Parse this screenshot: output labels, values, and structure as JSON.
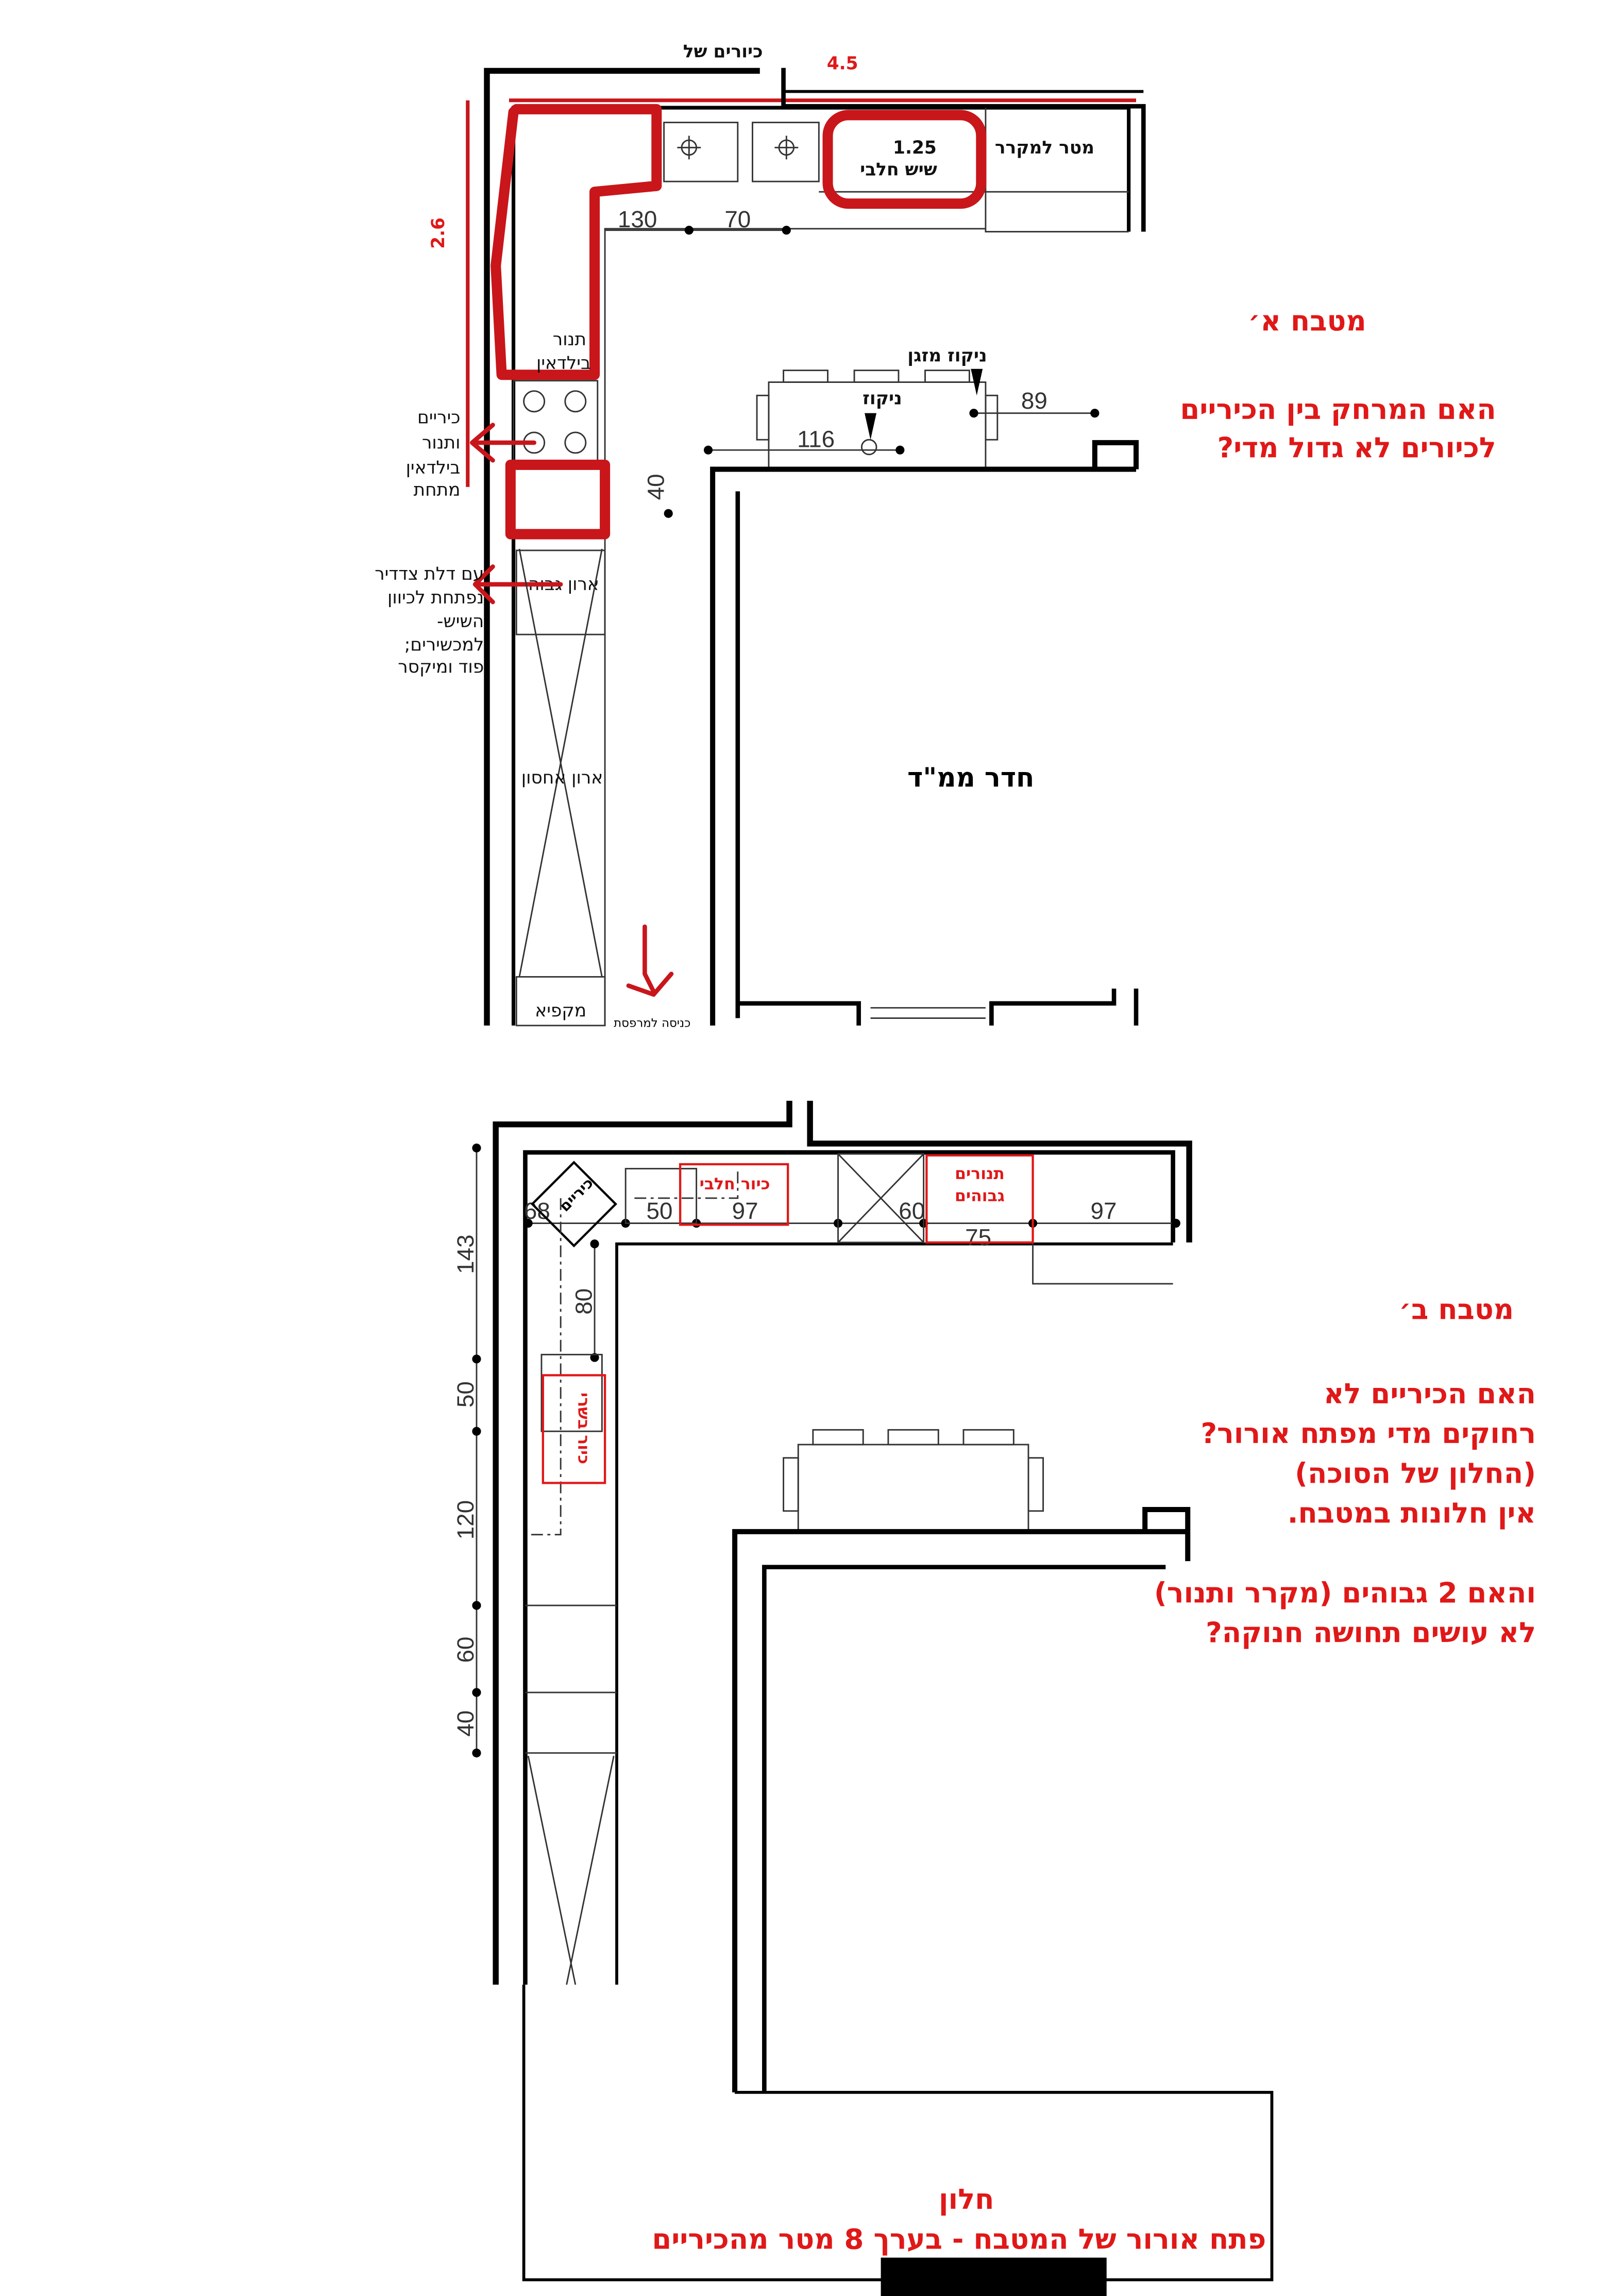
{
  "colors": {
    "annotation_red": "#e01818",
    "marker_red": "#c8161b",
    "wall": "#000000"
  },
  "plan_a": {
    "top_label": "כיורים של",
    "width_m": "4.5",
    "depth_m": "2.6",
    "counter_length": "1.25",
    "counter_label": "שיש חלבי",
    "fridge_label": "מטר למקרר",
    "dim_130": "130",
    "dim_70": "70",
    "oven_label": [
      "תנור",
      "בילדאין"
    ],
    "cooktop_note": [
      "כיריים",
      "ותנור",
      "בילדאין",
      "מתחת"
    ],
    "dim_40": "40",
    "tall_cabinet": "ארון גבוה",
    "tall_cabinet_note": [
      "עם דלת צדדיר",
      "נפתחת לכיוון",
      "השיש-",
      "למכשירים;",
      "פוד ומיקסר"
    ],
    "storage_cabinet": "ארון אחסון",
    "freezer": "מקפיא",
    "balcony_entrance": "כניסה למרפסת",
    "ac_drain": "ניקוז מזגן",
    "drain": "ניקוז",
    "dim_89": "89",
    "dim_116": "116",
    "safe_room": "חדר ממ\"ד",
    "title": "מטבח א׳",
    "question": [
      "האם המרחק בין הכיריים",
      "לכיורים לא גדול מדי?"
    ]
  },
  "plan_b": {
    "top_dims": [
      "68",
      "50",
      "97",
      "60",
      "75",
      "97"
    ],
    "cooktop_label": "כיריים",
    "dairy_sink": "כיור חלבי",
    "tall_ovens": [
      "תנורים",
      "גבוהים"
    ],
    "side_dims": [
      "143",
      "50",
      "120",
      "60",
      "40"
    ],
    "dim_80": "80",
    "meat_sink": "כיור בשרי",
    "title": "מטבח ב׳",
    "question": [
      "האם הכיריים לא",
      "רחוקים מדי מפתח אורור?",
      "(החלון של הסוכה)",
      "אין חלונות במטבח.",
      "",
      "והאם 2 גבוהים (מקרר ותנור)",
      "לא עושים תחושה חנוקה?"
    ],
    "window_label": "חלון",
    "window_note": "פתח אורור של המטבח - בערך 8 מטר מהכיריים"
  }
}
